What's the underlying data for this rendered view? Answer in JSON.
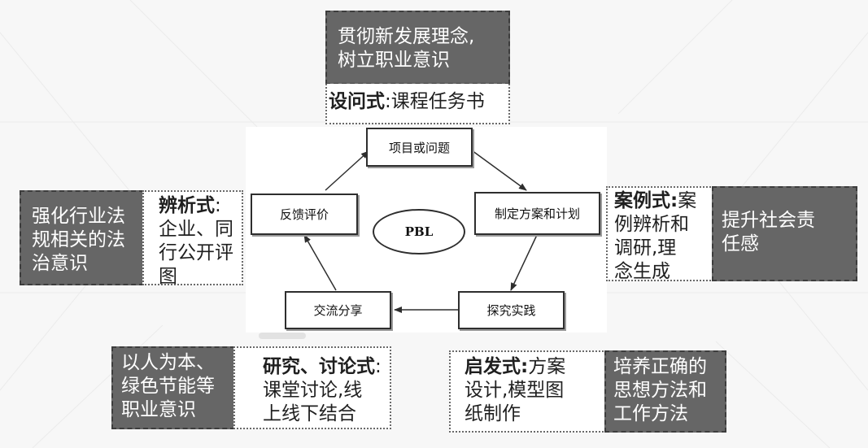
{
  "diagram": {
    "center": "PBL",
    "nodes": {
      "project": "项目或问题",
      "plan": "制定方案和计划",
      "practice": "探究实践",
      "share": "交流分享",
      "feedback": "反馈评价"
    }
  },
  "panels": {
    "top_goal": "贯彻新发展理念,\n树立职业意识",
    "top_method_bold": "设问式",
    "top_method_text": ":课程任务书",
    "left_goal": "强化行业法\n规相关的法\n治意识",
    "left_method_bold": "辨析式",
    "left_method_text": ":\n企业、同\n行公开评\n图",
    "right_method_bold": "案例式:",
    "right_method_text": "案\n例辨析和\n调研,理\n念生成",
    "right_goal": "提升社会责\n任感",
    "bottom_left_goal": "以人为本、\n绿色节能等\n职业意识",
    "bottom_left_method_bold": "研究、讨论式",
    "bottom_left_method_text": ":\n课堂讨论,线\n上线下结合",
    "bottom_right_method_bold": "启发式:",
    "bottom_right_method_text": "方案\n设计,模型图\n纸制作",
    "bottom_right_goal": "培养正确的\n思想方法和\n工作方法"
  },
  "colors": {
    "dark_panel": "#666666",
    "background": "#f7f7f7"
  }
}
